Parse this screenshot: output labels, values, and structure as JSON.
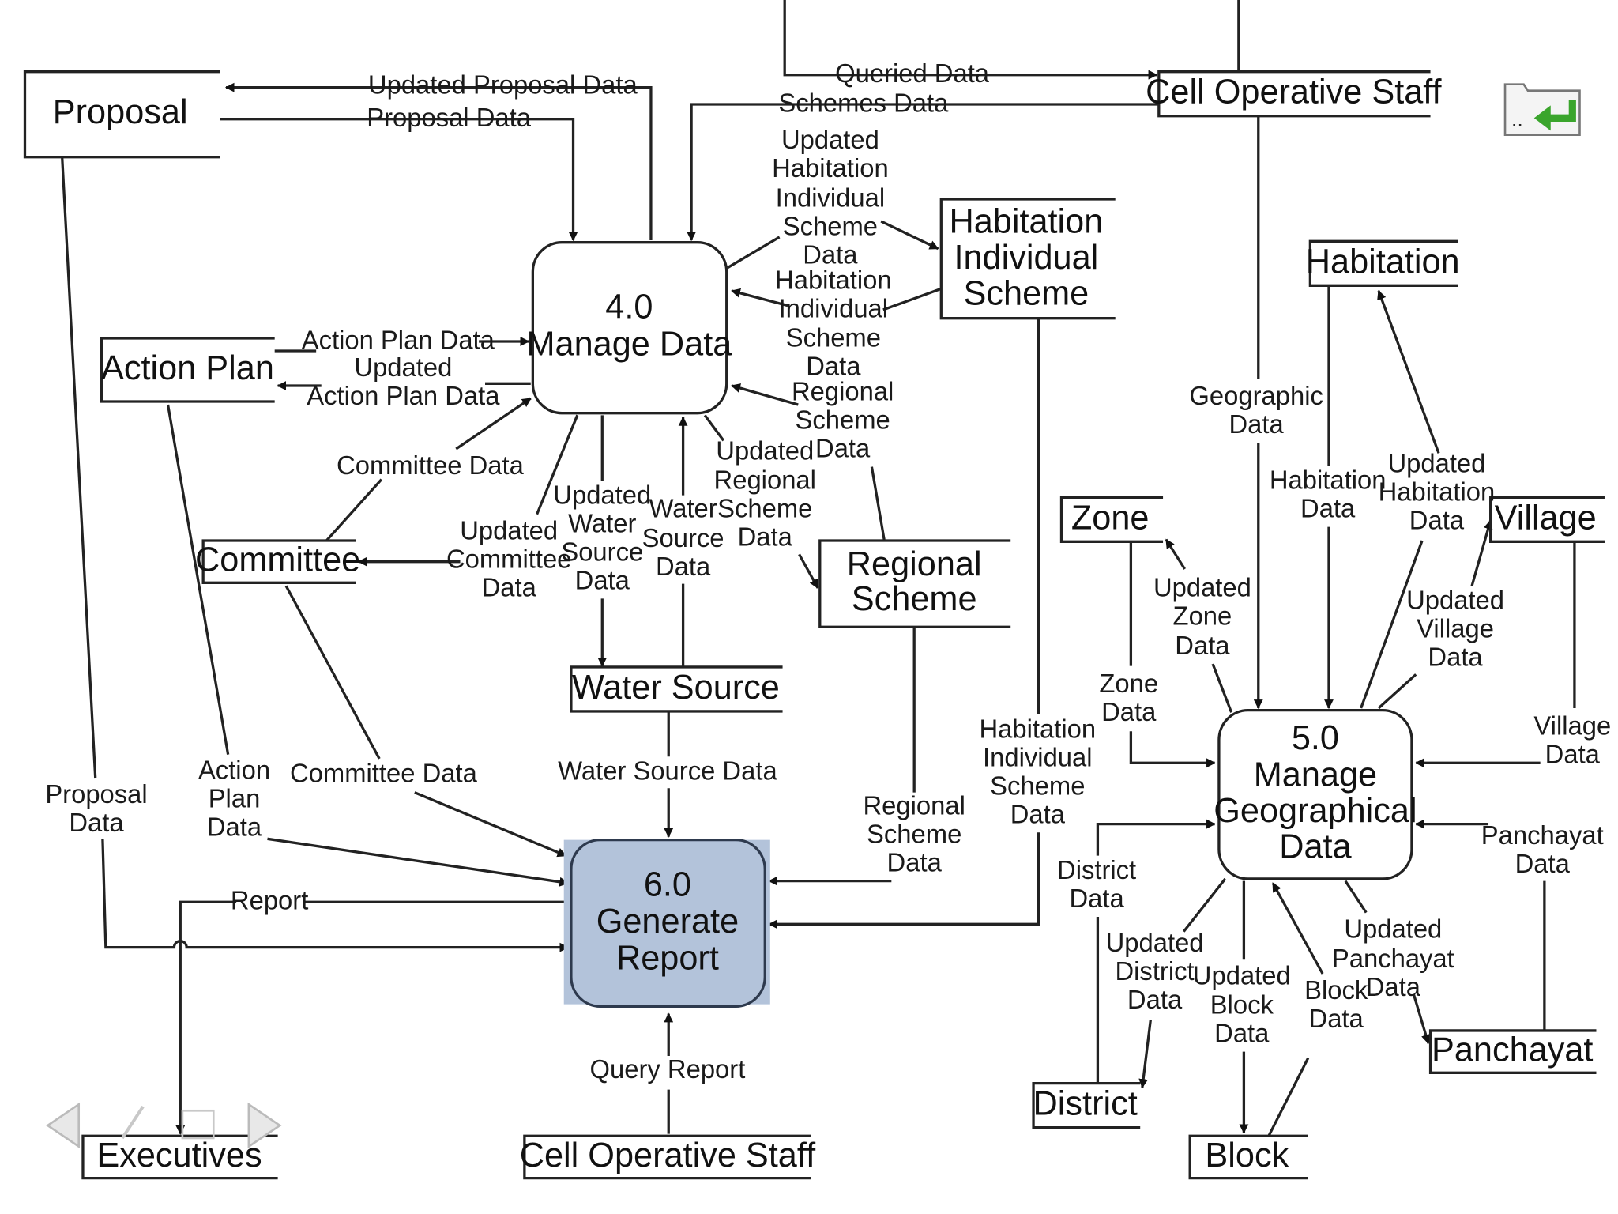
{
  "stores": {
    "proposal": "Proposal",
    "action_plan": "Action Plan",
    "committee": "Committee",
    "water_source": "Water Source",
    "habitation_individual_scheme": [
      "Habitation",
      "Individual",
      "Scheme"
    ],
    "regional_scheme": [
      "Regional",
      "Scheme"
    ],
    "cell_operative_staff_top": "Cell Operative Staff",
    "habitation": "Habitation",
    "zone": "Zone",
    "village": "Village",
    "district": "District",
    "block": "Block",
    "panchayat": "Panchayat",
    "executives": "Executives",
    "cell_operative_staff_bottom": "Cell Operative Staff"
  },
  "processes": {
    "manage_data": [
      "4.0",
      "Manage Data"
    ],
    "manage_geo": [
      "5.0",
      "Manage",
      "Geographical",
      "Data"
    ],
    "generate_report": [
      "6.0",
      "Generate",
      "Report"
    ]
  },
  "flows": {
    "updated_proposal_data": "Updated Proposal Data",
    "proposal_data": "Proposal Data",
    "queried_data": "Queried Data",
    "schemes_data": "Schemes Data",
    "updated_habitation_individual_scheme_data": [
      "Updated",
      "Habitation",
      "Individual",
      "Scheme",
      "Data"
    ],
    "habitation_individual_scheme_data": [
      "Habitation",
      "Individual",
      "Scheme",
      "Data"
    ],
    "regional_scheme_data": [
      "Regional",
      "Scheme",
      "Data"
    ],
    "action_plan_data": "Action Plan Data",
    "updated_action_plan_data": [
      "Updated",
      "Action Plan Data"
    ],
    "committee_data": "Committee Data",
    "updated_committee_data": [
      "Updated",
      "Committee",
      "Data"
    ],
    "updated_water_source_data": [
      "Updated",
      "Water",
      "Source",
      "Data"
    ],
    "water_source_data_in": [
      "Water",
      "Source",
      "Data"
    ],
    "updated_regional_scheme_data": [
      "Updated",
      "Regional",
      "Scheme",
      "Data"
    ],
    "geographic_data": [
      "Geographic",
      "Data"
    ],
    "habitation_data": [
      "Habitation",
      "Data"
    ],
    "updated_habitation_data": [
      "Updated",
      "Habitation",
      "Data"
    ],
    "updated_zone_data": [
      "Updated",
      "Zone",
      "Data"
    ],
    "updated_village_data": [
      "Updated",
      "Village",
      "Data"
    ],
    "zone_data": [
      "Zone",
      "Data"
    ],
    "village_data": [
      "Village",
      "Data"
    ],
    "panchayat_data": [
      "Panchayat",
      "Data"
    ],
    "district_data": [
      "District",
      "Data"
    ],
    "updated_district_data": [
      "Updated",
      "District",
      "Data"
    ],
    "updated_block_data": [
      "Updated",
      "Block",
      "Data"
    ],
    "block_data": [
      "Block",
      "Data"
    ],
    "updated_panchayat_data": [
      "Updated",
      "Panchayat",
      "Data"
    ],
    "proposal_data_report": [
      "Proposal",
      "Data"
    ],
    "action_plan_data_report": [
      "Action",
      "Plan",
      "Data"
    ],
    "committee_data_report": "Committee Data",
    "water_source_data_report": "Water Source Data",
    "regional_scheme_data_report": [
      "Regional",
      "Scheme",
      "Data"
    ],
    "habitation_individual_scheme_data_report": [
      "Habitation",
      "Individual",
      "Scheme",
      "Data"
    ],
    "report": "Report",
    "query_report": "Query Report"
  },
  "icons": {
    "back_folder": "folder-up-icon",
    "nav_prev": "arrow-left-icon",
    "nav_next": "arrow-right-icon"
  },
  "colors": {
    "highlight_fill": "#b3c3da",
    "highlight_stroke": "#2e3a4e",
    "icon_green": "#3aa52c"
  }
}
